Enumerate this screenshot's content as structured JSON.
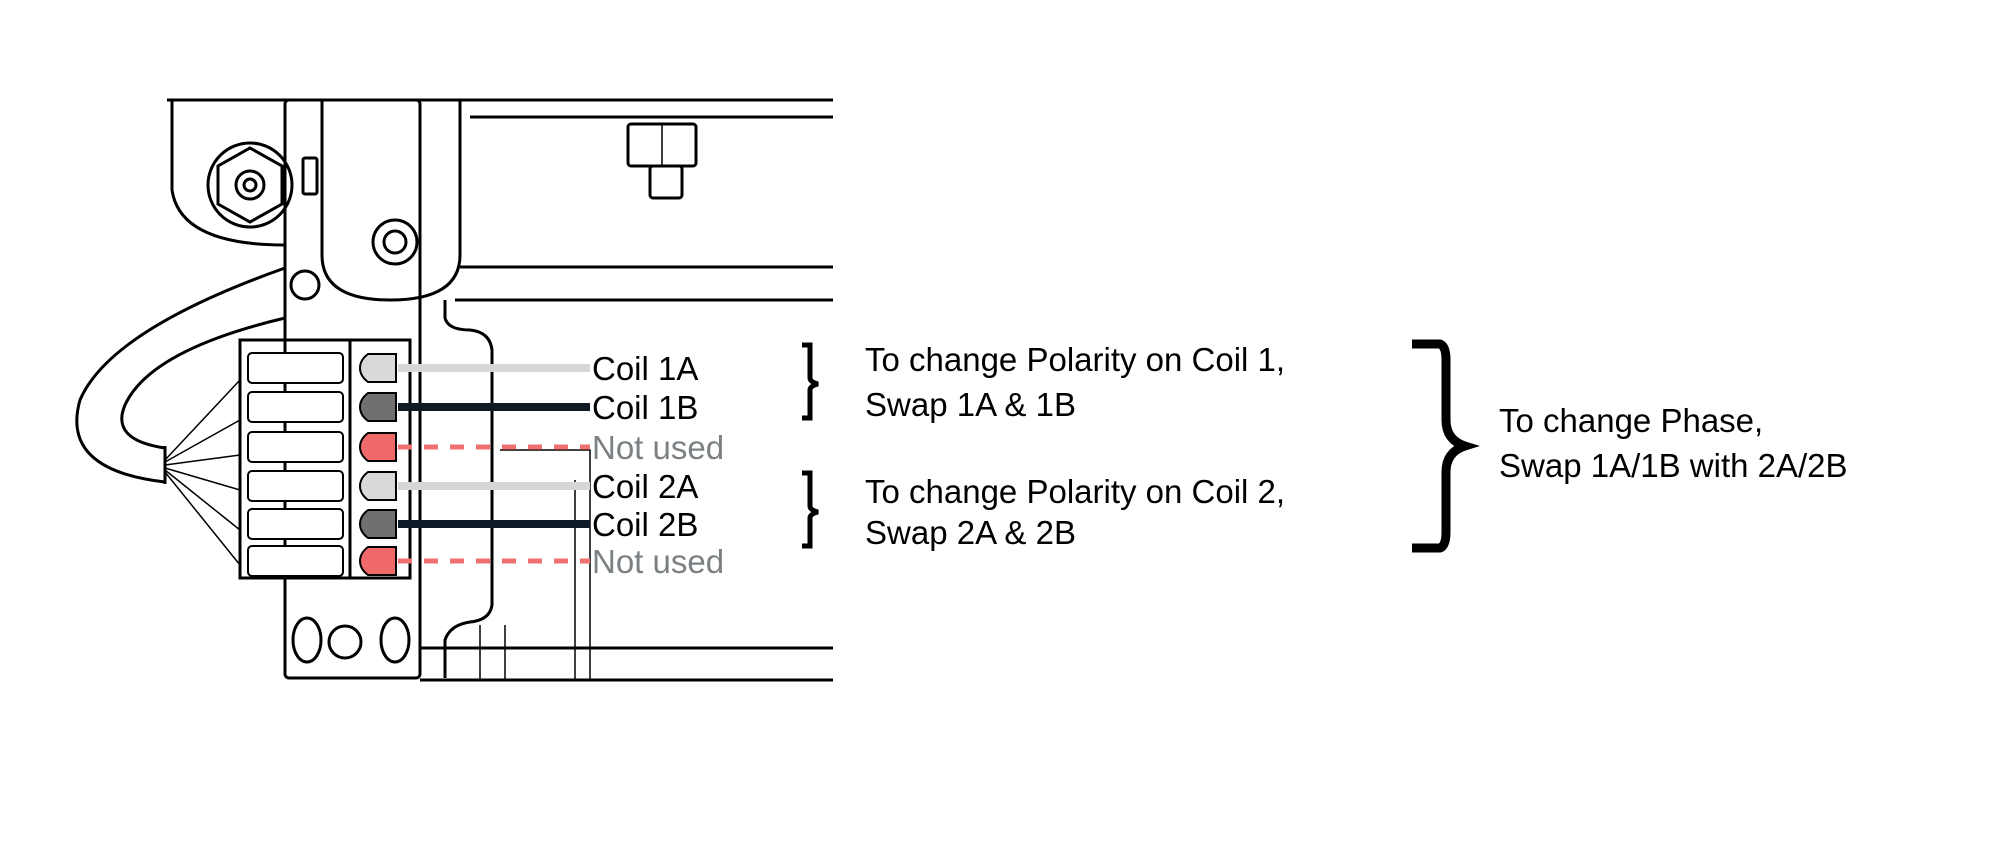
{
  "pins": [
    {
      "label": "Coil 1A",
      "wire_color": "#d6d6d6",
      "pin_color": "#d9d9d9",
      "used": true
    },
    {
      "label": "Coil 1B",
      "wire_color": "#0e1a26",
      "pin_color": "#707070",
      "used": true
    },
    {
      "label": "Not used",
      "wire_color": "#f07070",
      "pin_color": "#f06a6a",
      "used": false
    },
    {
      "label": "Coil 2A",
      "wire_color": "#d6d6d6",
      "pin_color": "#d9d9d9",
      "used": true
    },
    {
      "label": "Coil 2B",
      "wire_color": "#0e1a26",
      "pin_color": "#707070",
      "used": true
    },
    {
      "label": "Not used",
      "wire_color": "#f07070",
      "pin_color": "#f06a6a",
      "used": false
    }
  ],
  "notes": {
    "coil1": {
      "line1": "To change Polarity on Coil 1,",
      "line2": "Swap 1A & 1B"
    },
    "coil2": {
      "line1": "To change Polarity on Coil 2,",
      "line2": "Swap 2A & 2B"
    },
    "phase": {
      "line1": "To change Phase,",
      "line2": "Swap 1A/1B with 2A/2B"
    }
  }
}
